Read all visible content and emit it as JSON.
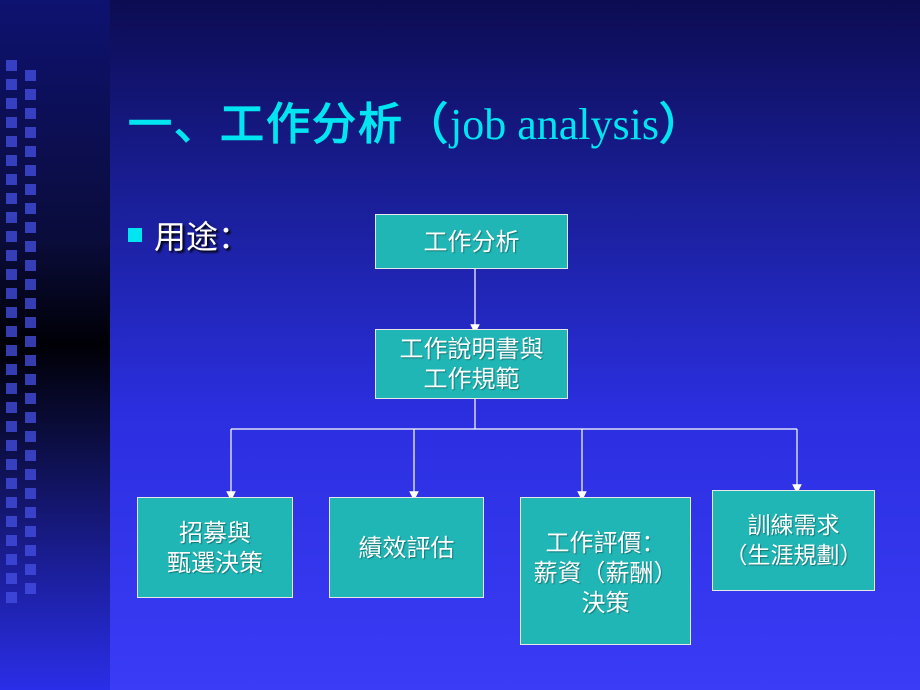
{
  "slide": {
    "title_cjk": "一、工作分析（",
    "title_latin": "job analysis",
    "title_close": "）",
    "bullet_text": "用途："
  },
  "diagram": {
    "root": "工作分析",
    "middle": "工作說明書與\n工作規範",
    "leaves": [
      "招募與\n甄選決策",
      "績效評估",
      "工作評價：\n薪資（薪酬）\n決策",
      "訓練需求\n（生涯規劃）"
    ]
  },
  "colors": {
    "title": "#00e5f0",
    "box_fill": "#20b6b6",
    "box_border": "#e8e8e8",
    "bullet": "#00e5f0"
  }
}
